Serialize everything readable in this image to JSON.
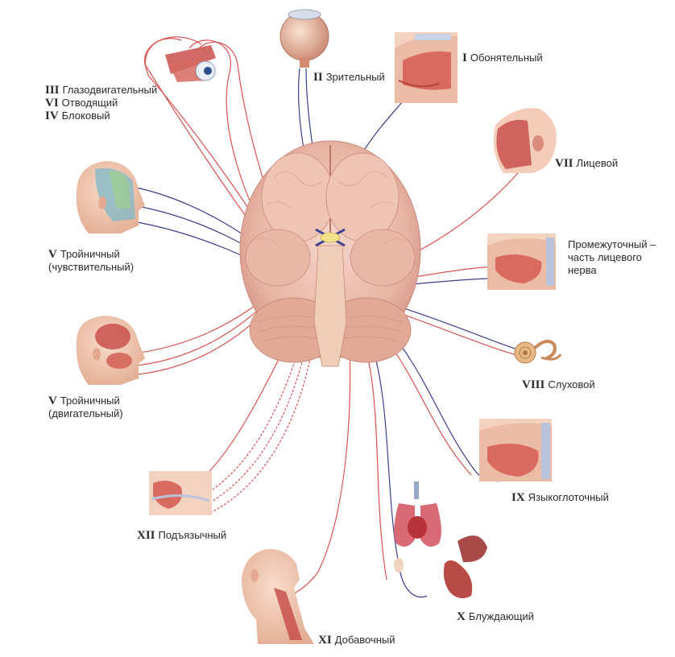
{
  "colors": {
    "nerve_red": "#d9534f",
    "nerve_blue": "#3a3f8f",
    "brain": "#ecc0b2",
    "brain_shadow": "#d89a8a",
    "skin": "#f3c9b1",
    "muscle": "#c9504c",
    "text": "#2a2a2a"
  },
  "nerves": {
    "i": {
      "num": "I",
      "name": "Обонятельный"
    },
    "ii": {
      "num": "II",
      "name": "Зрительный"
    },
    "iii": {
      "num": "III",
      "name": "Глазодвигательный"
    },
    "vi": {
      "num": "VI",
      "name": "Отводящий"
    },
    "iv": {
      "num": "IV",
      "name": "Блоковый"
    },
    "v1": {
      "num": "V",
      "name": "Тройничный",
      "sub": "(чувствительный)"
    },
    "v2": {
      "num": "V",
      "name": "Тройничный",
      "sub": "(двигательный)"
    },
    "vii": {
      "num": "VII",
      "name": "Лицевой"
    },
    "inter": {
      "line1": "Промежуточный –",
      "line2": "часть лицевого",
      "line3": "нерва"
    },
    "viii": {
      "num": "VIII",
      "name": "Слуховой"
    },
    "ix": {
      "num": "IX",
      "name": "Языкоглоточный"
    },
    "x": {
      "num": "X",
      "name": "Блуждающий"
    },
    "xi": {
      "num": "XI",
      "name": "Добавочный"
    },
    "xii": {
      "num": "XII",
      "name": "Подъязычный"
    }
  },
  "icons": [
    "brain-illustration",
    "eye-icon",
    "eyeball-muscles-icon",
    "nose-section-icon",
    "face-muscles-icon",
    "head-sensory-icon",
    "head-motor-icon",
    "mouth-section-icon",
    "ear-icon",
    "throat-section-icon",
    "tongue-section-icon",
    "organs-icon",
    "neck-icon"
  ]
}
